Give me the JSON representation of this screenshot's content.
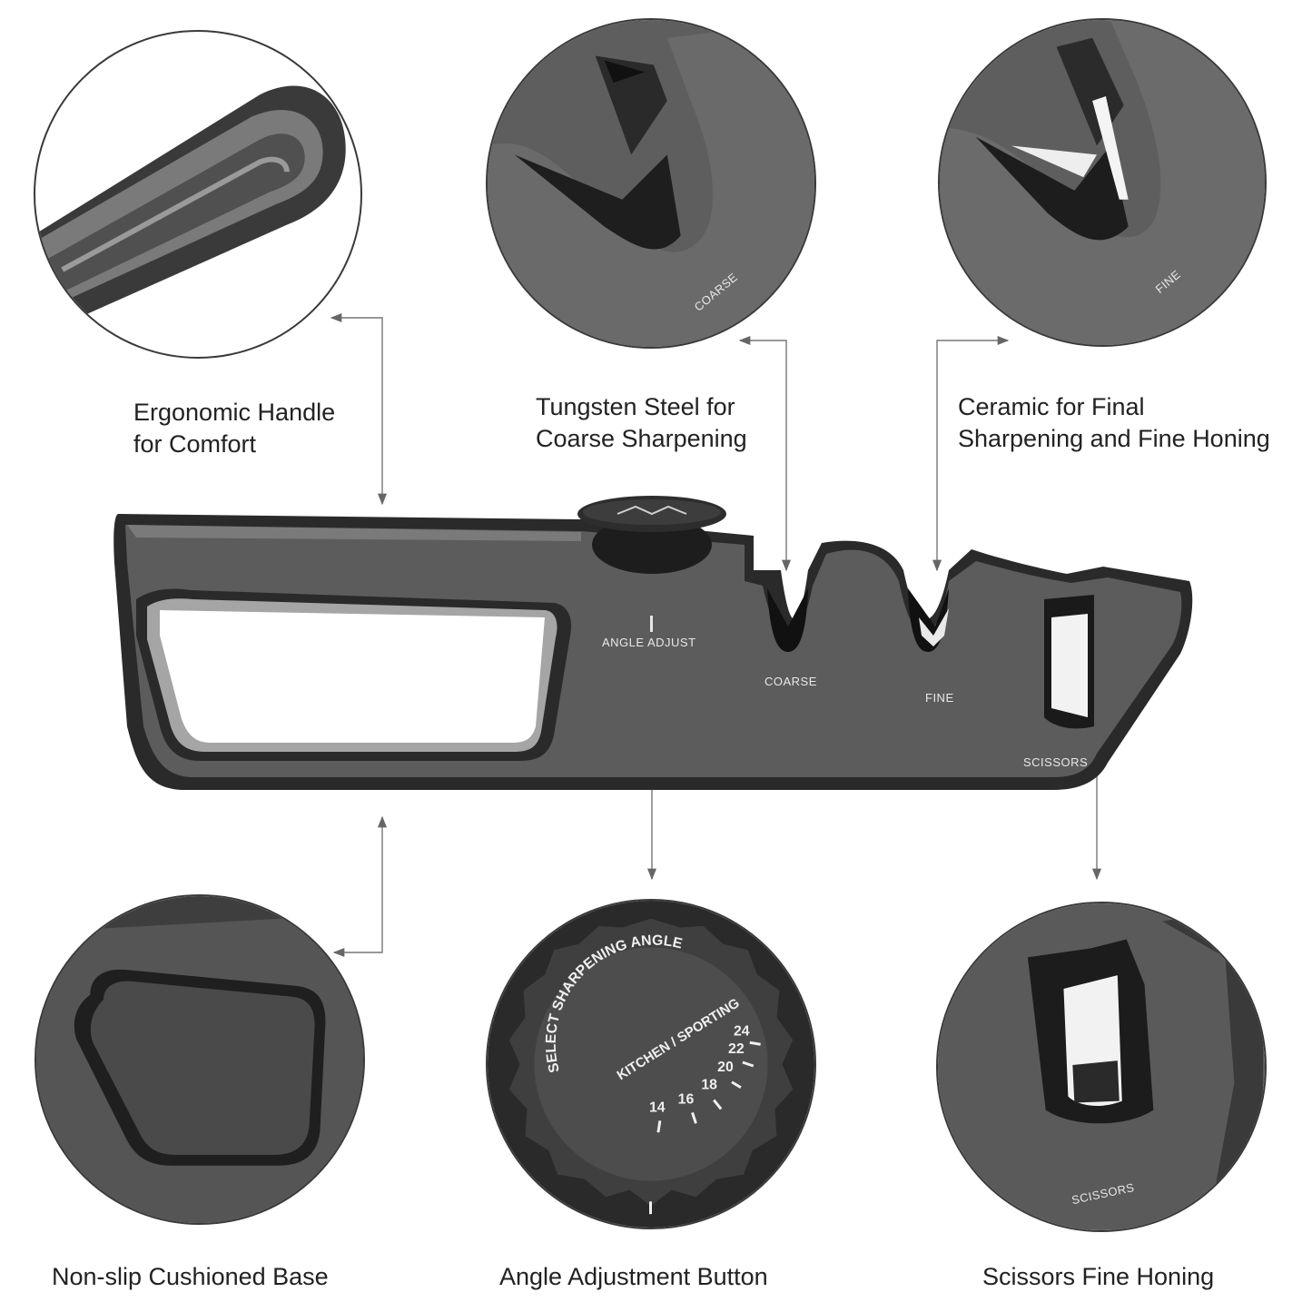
{
  "features": {
    "handle": {
      "line1": "Ergonomic Handle",
      "line2": "for Comfort"
    },
    "coarse": {
      "line1": "Tungsten Steel for",
      "line2": "Coarse Sharpening",
      "circle_label": "COARSE"
    },
    "fine": {
      "line1": "Ceramic for Final",
      "line2": "Sharpening and Fine Honing",
      "circle_label": "FINE"
    },
    "base": {
      "label": "Non-slip Cushioned Base"
    },
    "angle": {
      "label": "Angle Adjustment Button",
      "dial_ring_text": "SELECT SHARPENING ANGLE",
      "dial_sub_text": "KITCHEN / SPORTING",
      "angles": [
        "14",
        "16",
        "18",
        "20",
        "22",
        "24"
      ]
    },
    "scissors": {
      "label": "Scissors Fine Honing",
      "circle_label": "SCISSORS"
    }
  },
  "product": {
    "angle_adjust_label": "ANGLE ADJUST",
    "coarse_label": "COARSE",
    "fine_label": "FINE",
    "scissors_label": "SCISSORS"
  },
  "colors": {
    "body": "#5d5d5d",
    "body_dark": "#2b2b2b",
    "accent_light": "#9c9c9c",
    "line": "#555555"
  }
}
